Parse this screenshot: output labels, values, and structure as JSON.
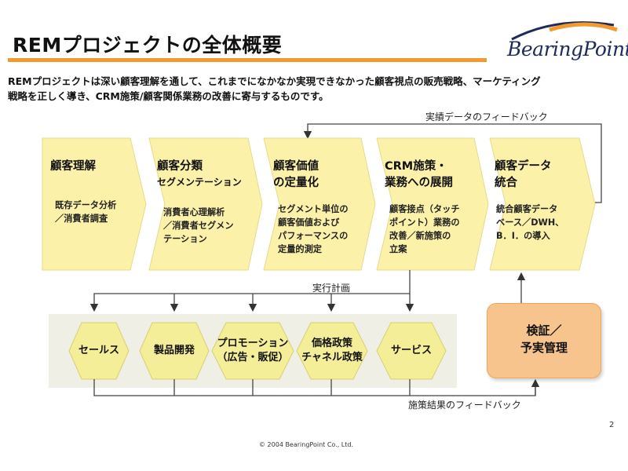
{
  "header": {
    "title": "REMプロジェクトの全体概要",
    "logo": "BearingPoint"
  },
  "intro": {
    "line1": "REMプロジェクトは深い顧客理解を通して、これまでになかなか実現できなかった顧客視点の販売戦略、マーケティング",
    "line2": "戦略を正しく導き、CRM施策/顧客関係業務の改善に寄与するものです。"
  },
  "feedback_top": "実績データのフィードバック",
  "steps": [
    {
      "title1": "顧客理解",
      "title2": "",
      "sub": "",
      "desc1": "既存データ分析",
      "desc2": "／消費者調査",
      "desc3": "",
      "desc4": ""
    },
    {
      "title1": "顧客分類",
      "title2": "",
      "sub": "セグメンテーション",
      "desc1": "消費者心理解析",
      "desc2": "／消費者セグメン",
      "desc3": "テーション",
      "desc4": ""
    },
    {
      "title1": "顧客価値",
      "title2": "の定量化",
      "sub": "",
      "desc1": "セグメント単位の",
      "desc2": "顧客価値および",
      "desc3": "パフォーマンスの",
      "desc4": "定量的測定"
    },
    {
      "title1": "CRM施策・",
      "title2": "業務への展開",
      "sub": "",
      "desc1": "顧客接点（タッチ",
      "desc2": "ポイント）業務の",
      "desc3": "改善／新施策の",
      "desc4": "立案"
    },
    {
      "title1": "顧客データ",
      "title2": "統合",
      "sub": "",
      "desc1": "統合顧客データ",
      "desc2": "ベース／DWH、",
      "desc3": "B．I．の導入",
      "desc4": ""
    }
  ],
  "plan_label": "実行計画",
  "actions": [
    {
      "line1": "セールス",
      "line2": ""
    },
    {
      "line1": "製品開発",
      "line2": ""
    },
    {
      "line1": "プロモーション",
      "line2": "（広告・販促）"
    },
    {
      "line1": "価格政策",
      "line2": "チャネル政策"
    },
    {
      "line1": "サービス",
      "line2": ""
    }
  ],
  "verify": {
    "line1": "検証／",
    "line2": "予実管理"
  },
  "feedback_bottom": "施策結果のフィードバック",
  "footer": {
    "copyright": "© 2004 BearingPoint Co., Ltd.",
    "page": "2"
  },
  "colors": {
    "accent_orange": "#f29a2e",
    "step_fill": "#fbf1a8",
    "action_fill": "#f5ee98",
    "action_band": "#efefe6",
    "verify_fill": "#f7c48e",
    "logo_navy": "#1d2b5c"
  }
}
